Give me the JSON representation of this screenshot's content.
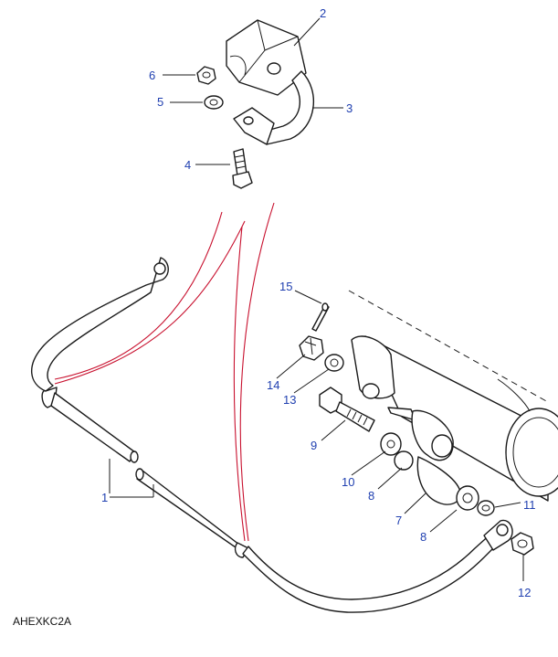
{
  "diagram": {
    "reference_code": "AHEXKC2A",
    "accent_color": "#1f3fb0",
    "sweep_color": "#c8102e",
    "callouts": [
      {
        "id": "c2",
        "label": "2"
      },
      {
        "id": "c6",
        "label": "6"
      },
      {
        "id": "c5",
        "label": "5"
      },
      {
        "id": "c3",
        "label": "3"
      },
      {
        "id": "c4",
        "label": "4"
      },
      {
        "id": "c15",
        "label": "15"
      },
      {
        "id": "c14",
        "label": "14"
      },
      {
        "id": "c13",
        "label": "13"
      },
      {
        "id": "c9",
        "label": "9"
      },
      {
        "id": "c10",
        "label": "10"
      },
      {
        "id": "c8a",
        "label": "8"
      },
      {
        "id": "c7",
        "label": "7"
      },
      {
        "id": "c8b",
        "label": "8"
      },
      {
        "id": "c11",
        "label": "11"
      },
      {
        "id": "c12",
        "label": "12"
      },
      {
        "id": "c1",
        "label": "1"
      }
    ]
  }
}
